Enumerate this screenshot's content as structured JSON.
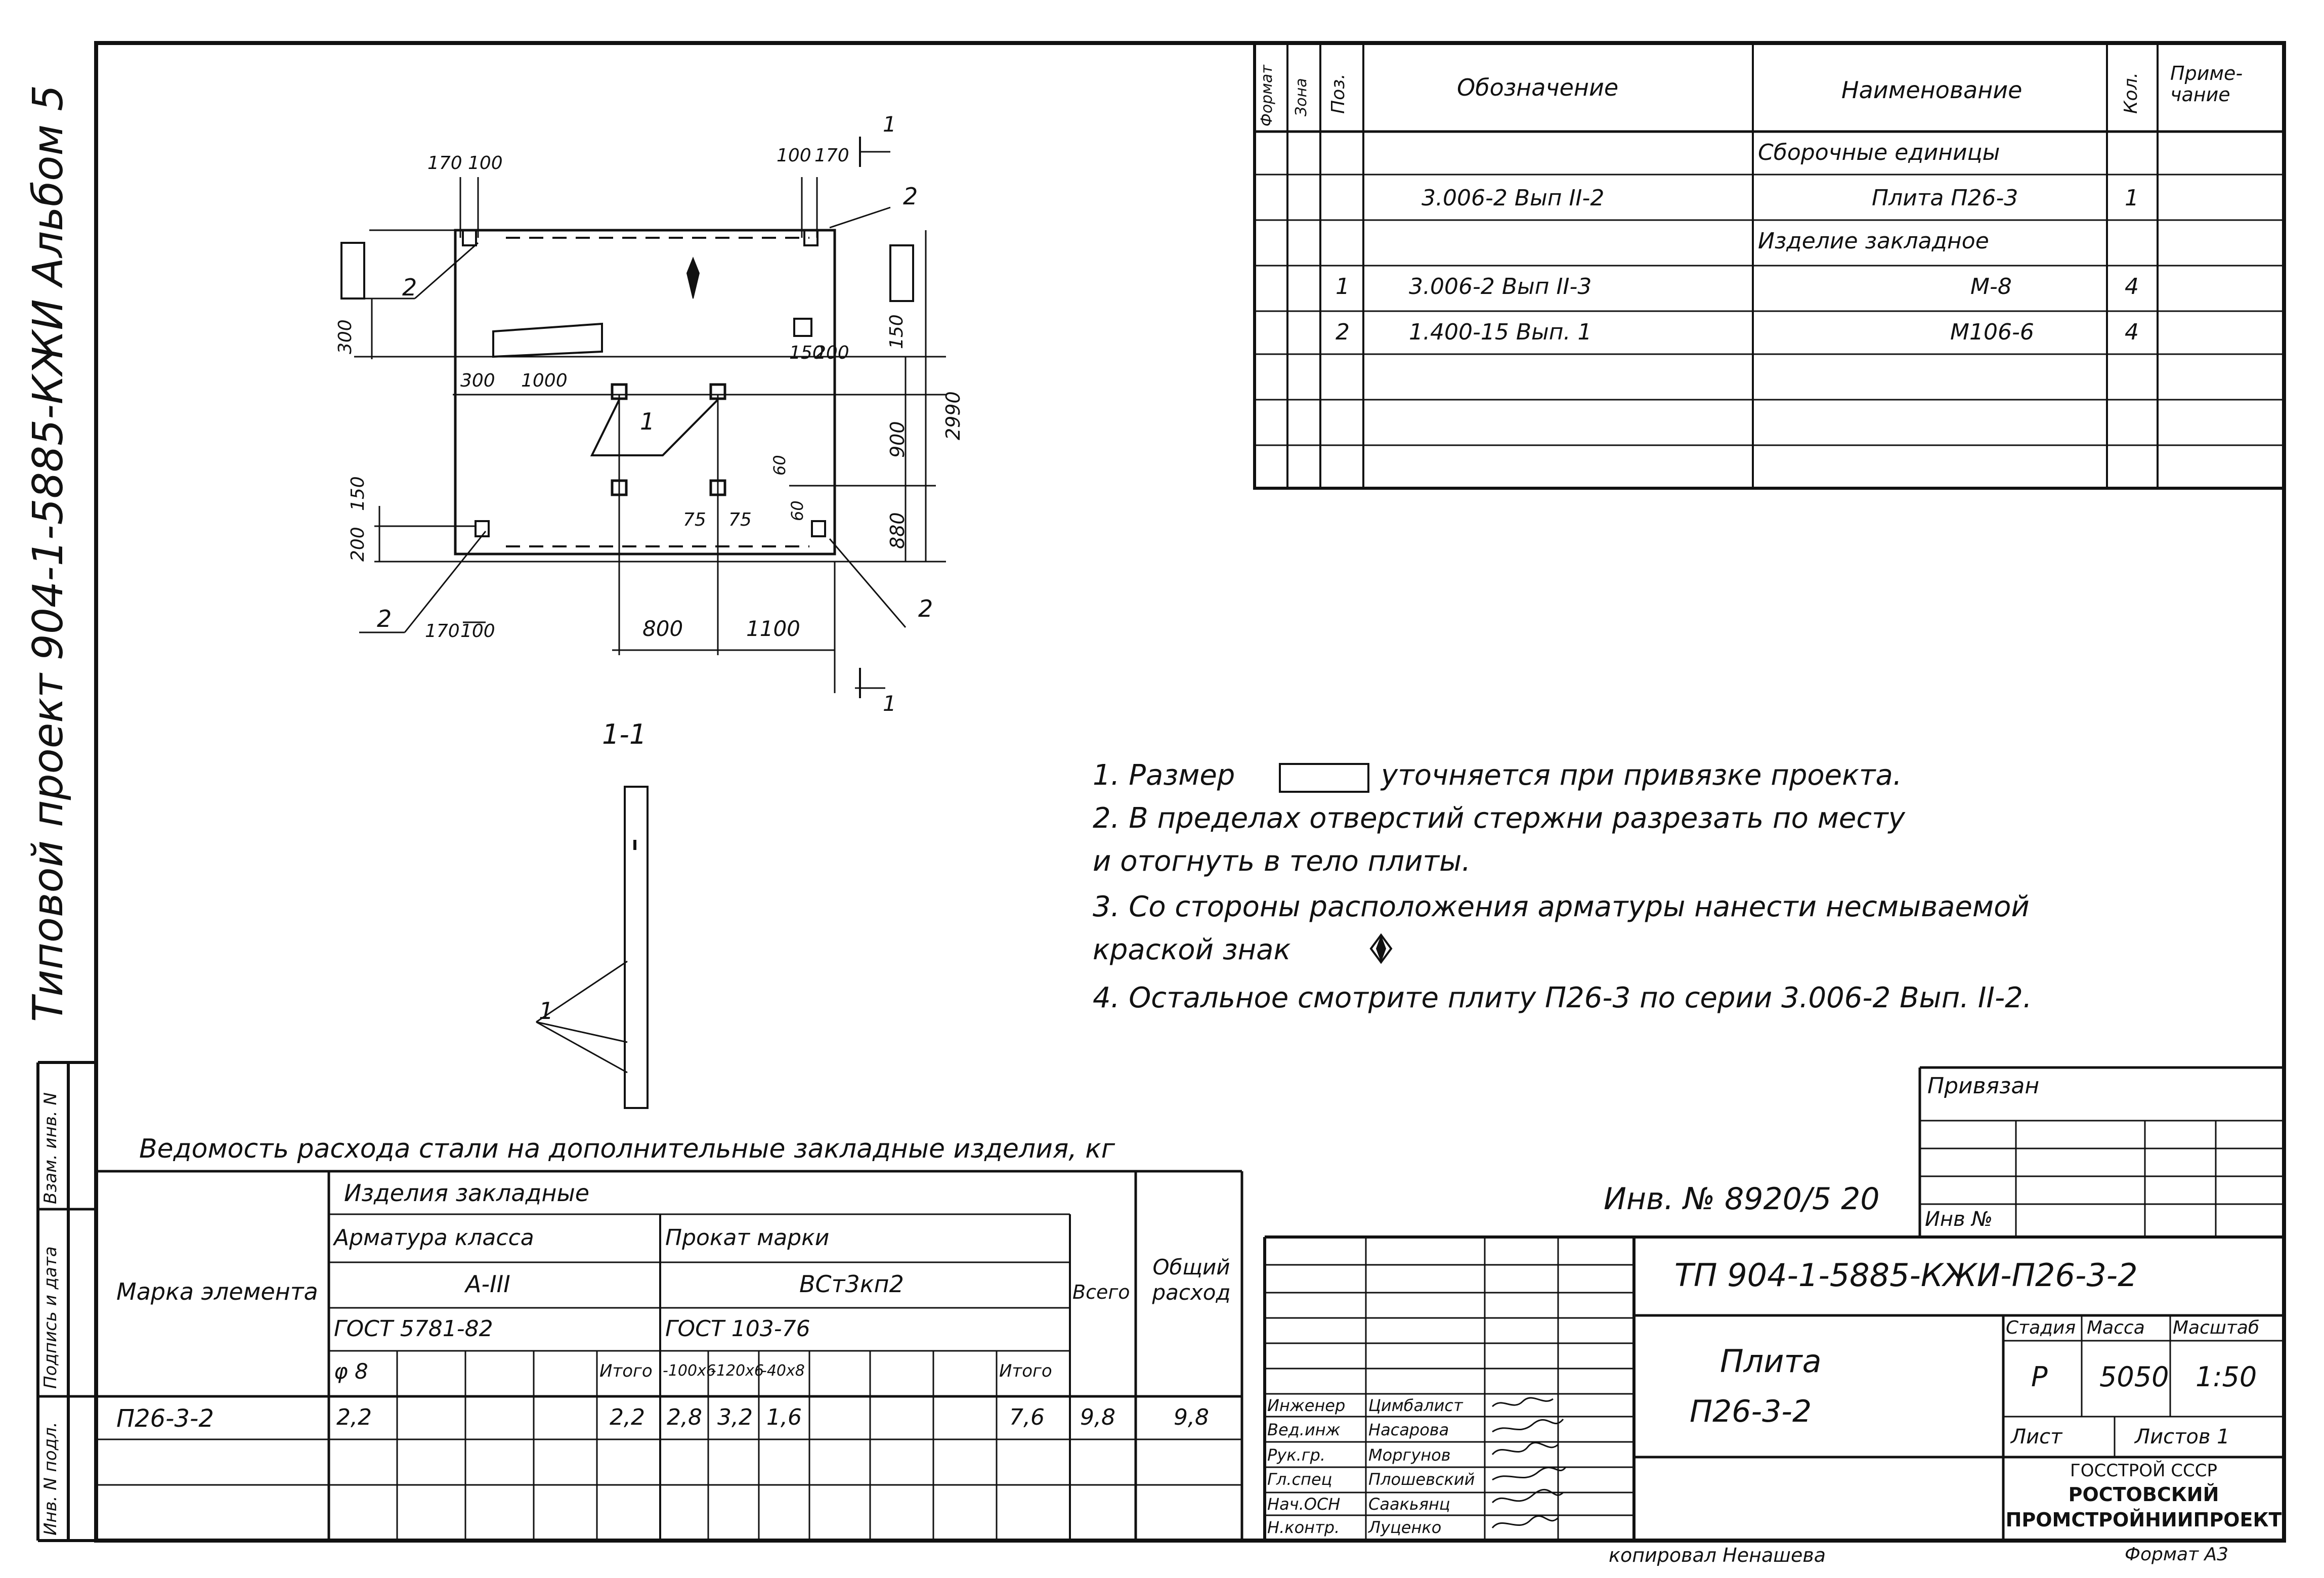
{
  "side_title": "Типовой проект 904-1-5885-КЖИ Альбом 5",
  "spec_table": {
    "headers": [
      "Формат",
      "Зона",
      "Поз.",
      "Обозначение",
      "Наименование",
      "Кол.",
      "Приме-чание"
    ],
    "rows": [
      {
        "pos": "",
        "designation": "",
        "name": "Сборочные единицы",
        "qty": ""
      },
      {
        "pos": "",
        "designation": "3.006-2 Вып II-2",
        "name": "Плита П26-3",
        "qty": "1"
      },
      {
        "pos": "",
        "designation": "",
        "name": "Изделие закладное",
        "qty": ""
      },
      {
        "pos": "1",
        "designation": "3.006-2 Вып II-3",
        "name": "М-8",
        "qty": "4"
      },
      {
        "pos": "2",
        "designation": "1.400-15 Вып. 1",
        "name": "М106-6",
        "qty": "4"
      }
    ]
  },
  "drawing": {
    "dims": [
      "170",
      "100",
      "100",
      "170",
      "300",
      "300",
      "1000",
      "150",
      "200",
      "150",
      "900",
      "2990",
      "150",
      "200",
      "75",
      "75",
      "60",
      "60",
      "880",
      "800",
      "1100",
      "170",
      "100"
    ],
    "callouts": [
      "1",
      "2",
      "2",
      "2",
      "2",
      "1",
      "1",
      "1"
    ],
    "section_label": "1-1"
  },
  "notes": [
    "1. Размер",
    "уточняется при привязке проекта.",
    "2. В пределах отверстий стержни разрезать по месту",
    "и отогнуть в тело плиты.",
    "3. Со стороны расположения арматуры нанести несмываемой",
    "краской знак",
    "4. Остальное смотрите плиту П26-3 по серии 3.006-2 Вып. II-2."
  ],
  "steel_table": {
    "title": "Ведомость расхода стали на дополнительные закладные изделия, кг",
    "col_mark": "Марка элемента",
    "group": "Изделия закладные",
    "armature": "Арматура класса",
    "armature_class": "A-III",
    "armature_gost": "ГОСТ 5781-82",
    "phi": "φ 8",
    "prokat": "Прокат марки",
    "prokat_mark": "ВСт3кп2",
    "prokat_gost": "ГОСТ 103-76",
    "sizes": [
      "-100x6",
      "-120x6",
      "-40x8"
    ],
    "itogo": "Итого",
    "vsego": "Всего",
    "total": "Общий расход",
    "row": {
      "mark": "П26-3-2",
      "phi8": "2,2",
      "itogo1": "2,2",
      "v1": "2,8",
      "v2": "3,2",
      "v3": "1,6",
      "itogo2": "7,6",
      "vsego": "9,8",
      "total": "9,8"
    }
  },
  "left_strip": [
    "Инв. N подл.",
    "Подпись и дата",
    "Взам. инв. N"
  ],
  "privyazan": "Привязан",
  "inv_no_label": "Инв №",
  "inv_stamp": "Инв. № 8920/5  20",
  "title_block": {
    "code": "ТП 904-1-5885-КЖИ-П26-3-2",
    "name1": "Плита",
    "name2": "П26-3-2",
    "stage_h": "Стадия",
    "mass_h": "Масса",
    "scale_h": "Масштаб",
    "stage": "Р",
    "mass": "5050",
    "scale": "1:50",
    "sheet": "Лист",
    "sheets": "Листов 1",
    "org1": "ГОССТРОЙ СССР",
    "org2": "РОСТОВСКИЙ",
    "org3": "ПРОМСТРОЙНИИПРОЕКТ",
    "roles": [
      {
        "role": "Инженер",
        "name": "Цимбалист"
      },
      {
        "role": "Вед.инж",
        "name": "Насарова"
      },
      {
        "role": "Рук.гр.",
        "name": "Моргунов"
      },
      {
        "role": "Гл.спец",
        "name": "Плошевский"
      },
      {
        "role": "Нач.ОСН",
        "name": "Саакьянц"
      },
      {
        "role": "Н.контр.",
        "name": "Луценко"
      }
    ]
  },
  "copied": "копировал Ненашева",
  "format": "Формат А3"
}
